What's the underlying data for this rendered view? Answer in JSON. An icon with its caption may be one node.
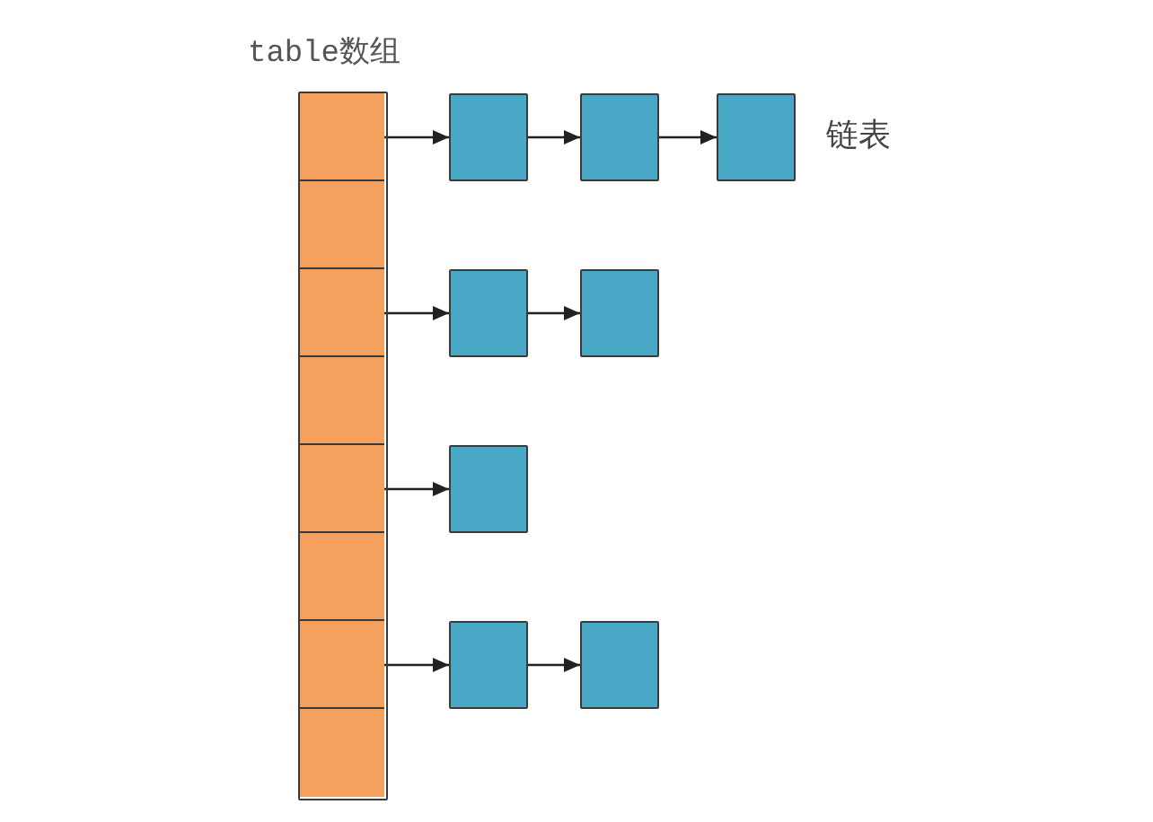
{
  "diagram": {
    "nodes": [
      {
        "text": [
          "table数组"
        ]
      },
      {
        "text": [],
        "shape": "box",
        "in": 0
      },
      {
        "text": [],
        "shape": "box",
        "in": 0
      },
      {
        "text": [],
        "shape": "box",
        "in": 0
      },
      {
        "text": [],
        "shape": "box",
        "in": 0
      },
      {
        "text": [],
        "shape": "box",
        "in": 0
      },
      {
        "text": [],
        "shape": "box",
        "in": 0
      },
      {
        "text": [],
        "shape": "box",
        "in": 0
      },
      {
        "text": [],
        "shape": "box",
        "in": 0
      },
      {
        "text": [],
        "shape": "box"
      },
      {
        "text": [],
        "shape": "box"
      },
      {
        "text": [],
        "shape": "box"
      },
      {
        "text": [],
        "shape": "box"
      },
      {
        "text": [],
        "shape": "box"
      },
      {
        "text": [],
        "shape": "box"
      },
      {
        "text": [],
        "shape": "box"
      },
      {
        "text": [],
        "shape": "box"
      }
    ],
    "edges": [
      {
        "from": 1,
        "to": 9,
        "arrow": "to"
      },
      {
        "from": 9,
        "to": 10,
        "arrow": "to"
      },
      {
        "from": 10,
        "to": 11,
        "arrow": "to"
      },
      {
        "from": 3,
        "to": 12,
        "arrow": "to"
      },
      {
        "from": 12,
        "to": 13,
        "arrow": "to"
      },
      {
        "from": 5,
        "to": 14,
        "arrow": "to"
      },
      {
        "from": 7,
        "to": 15,
        "arrow": "to"
      },
      {
        "from": 15,
        "to": 16,
        "arrow": "to"
      }
    ],
    "labels": [
      "链表"
    ]
  }
}
